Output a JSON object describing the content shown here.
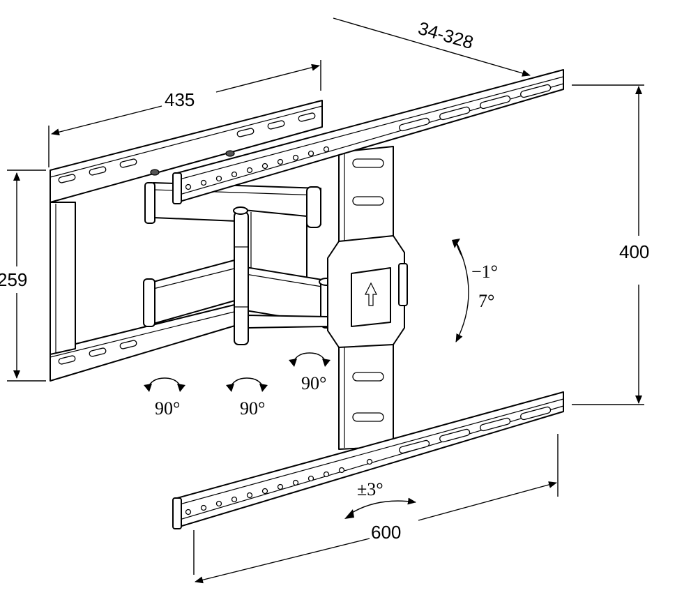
{
  "dimensions": {
    "arm_extension": "34-328",
    "wall_plate_width": "435",
    "wall_plate_height": "259",
    "vesa_height": "400",
    "vesa_width": "600"
  },
  "angles": {
    "tilt_up": "−1°",
    "tilt_down": "7°",
    "swivel_left": "90°",
    "swivel_middle": "90°",
    "swivel_right": "90°",
    "level": "±3°"
  },
  "colors": {
    "line": "#000000",
    "background": "#ffffff"
  },
  "icons": [
    "up-arrow-icon",
    "rotation-arrow-icon"
  ]
}
